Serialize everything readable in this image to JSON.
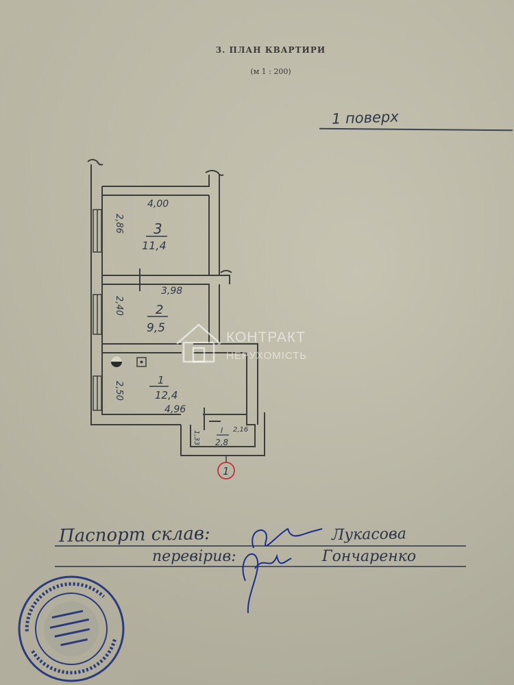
{
  "header": {
    "title": "3. ПЛАН КВАРТИРИ",
    "scale": "(м 1 : 200)"
  },
  "floor_label": "1 поверх",
  "rooms": [
    {
      "number": "3",
      "area": "11,4",
      "width": "4,00",
      "depth": "2,86"
    },
    {
      "number": "2",
      "area": "9,5",
      "width": "3,98",
      "depth": "2,40"
    },
    {
      "number": "1",
      "area": "12,4",
      "width": "4,96",
      "depth": "2,50"
    },
    {
      "number": "I",
      "area": "2,8",
      "width": "2,16",
      "depth": "1,33"
    }
  ],
  "entrance_marker": "1",
  "signatures": {
    "passport_label": "Паспорт склав:",
    "passport_name": "Лукасова",
    "checked_label": "перевірив:",
    "checked_name": "Гончаренко"
  },
  "watermark": {
    "line1": "КОНТРАКТ",
    "line2": "НЕРУХОМІСТЬ"
  },
  "colors": {
    "paper": "#c6c2af",
    "ink": "#2e3848",
    "plan_line": "#3c3c3a",
    "stamp": "#2a3a7a",
    "marker_circle": "#c03040",
    "signature_blue": "#1c2f8a"
  },
  "icons": [
    "stove-icon",
    "sink-icon",
    "home-watermark-icon"
  ]
}
